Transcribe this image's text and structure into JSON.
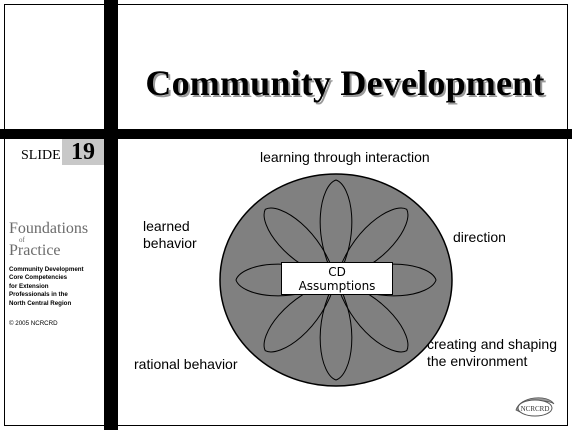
{
  "title": "Community Development",
  "sidebar": {
    "slide_label": "SLIDE",
    "slide_number": "19",
    "logo_line1": "Foundations",
    "logo_of": "of",
    "logo_line2": "Practice",
    "desc_lines": [
      "Community Development",
      "Core Competencies",
      "for Extension",
      "Professionals in the",
      "North Central Region"
    ],
    "copyright": "© 2005 NCRCRD"
  },
  "diagram": {
    "center_line1": "CD",
    "center_line2": "Assumptions",
    "labels": {
      "top": "learning through interaction",
      "left_line1": "learned",
      "left_line2": "behavior",
      "right": "direction",
      "bottom_left": "rational behavior",
      "bottom_right_line1": "creating and shaping",
      "bottom_right_line2": "the environment"
    },
    "petal_count": 8,
    "colors": {
      "circle_fill": "#808080",
      "frame": "#000000"
    }
  },
  "logo_text": "NCRCRD"
}
